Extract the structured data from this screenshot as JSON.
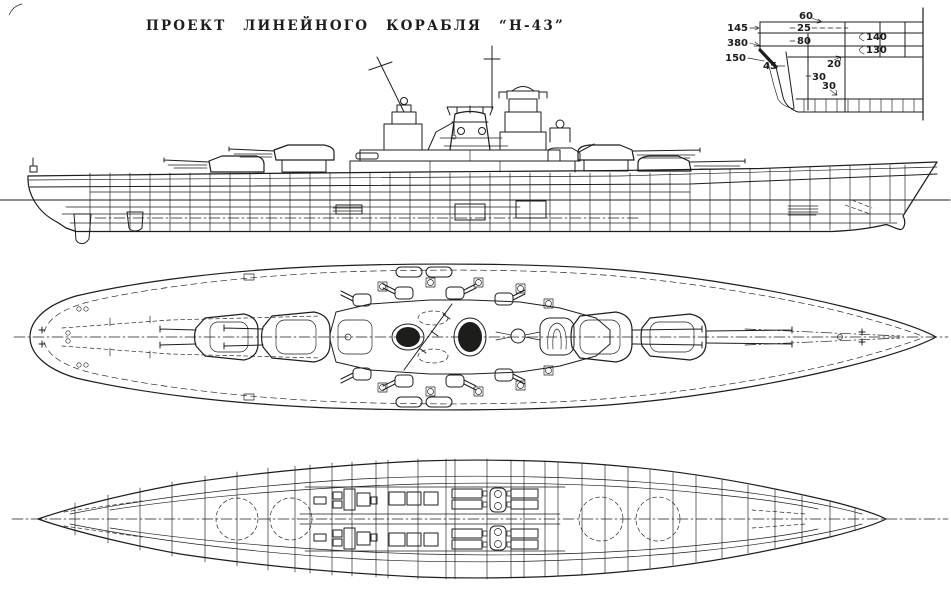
{
  "page": {
    "paper_color": "#ffffff",
    "ink_color": "#1d1d1b"
  },
  "title": "ПРОЕКТ  ЛИНЕЙНОГО  КОРАБЛЯ  “Н-43”",
  "armor_scheme_labels": {
    "deck_edge": "60",
    "upper_belt": "145",
    "main_belt": "380",
    "lower_belt": "150",
    "upper_deck": "25",
    "armor_deck": "80",
    "side_upper": "140",
    "side_lower": "130",
    "slope": "45",
    "splinter_deck": "20",
    "torpedo_bulkhead": "30",
    "inner_bottom": "30"
  }
}
